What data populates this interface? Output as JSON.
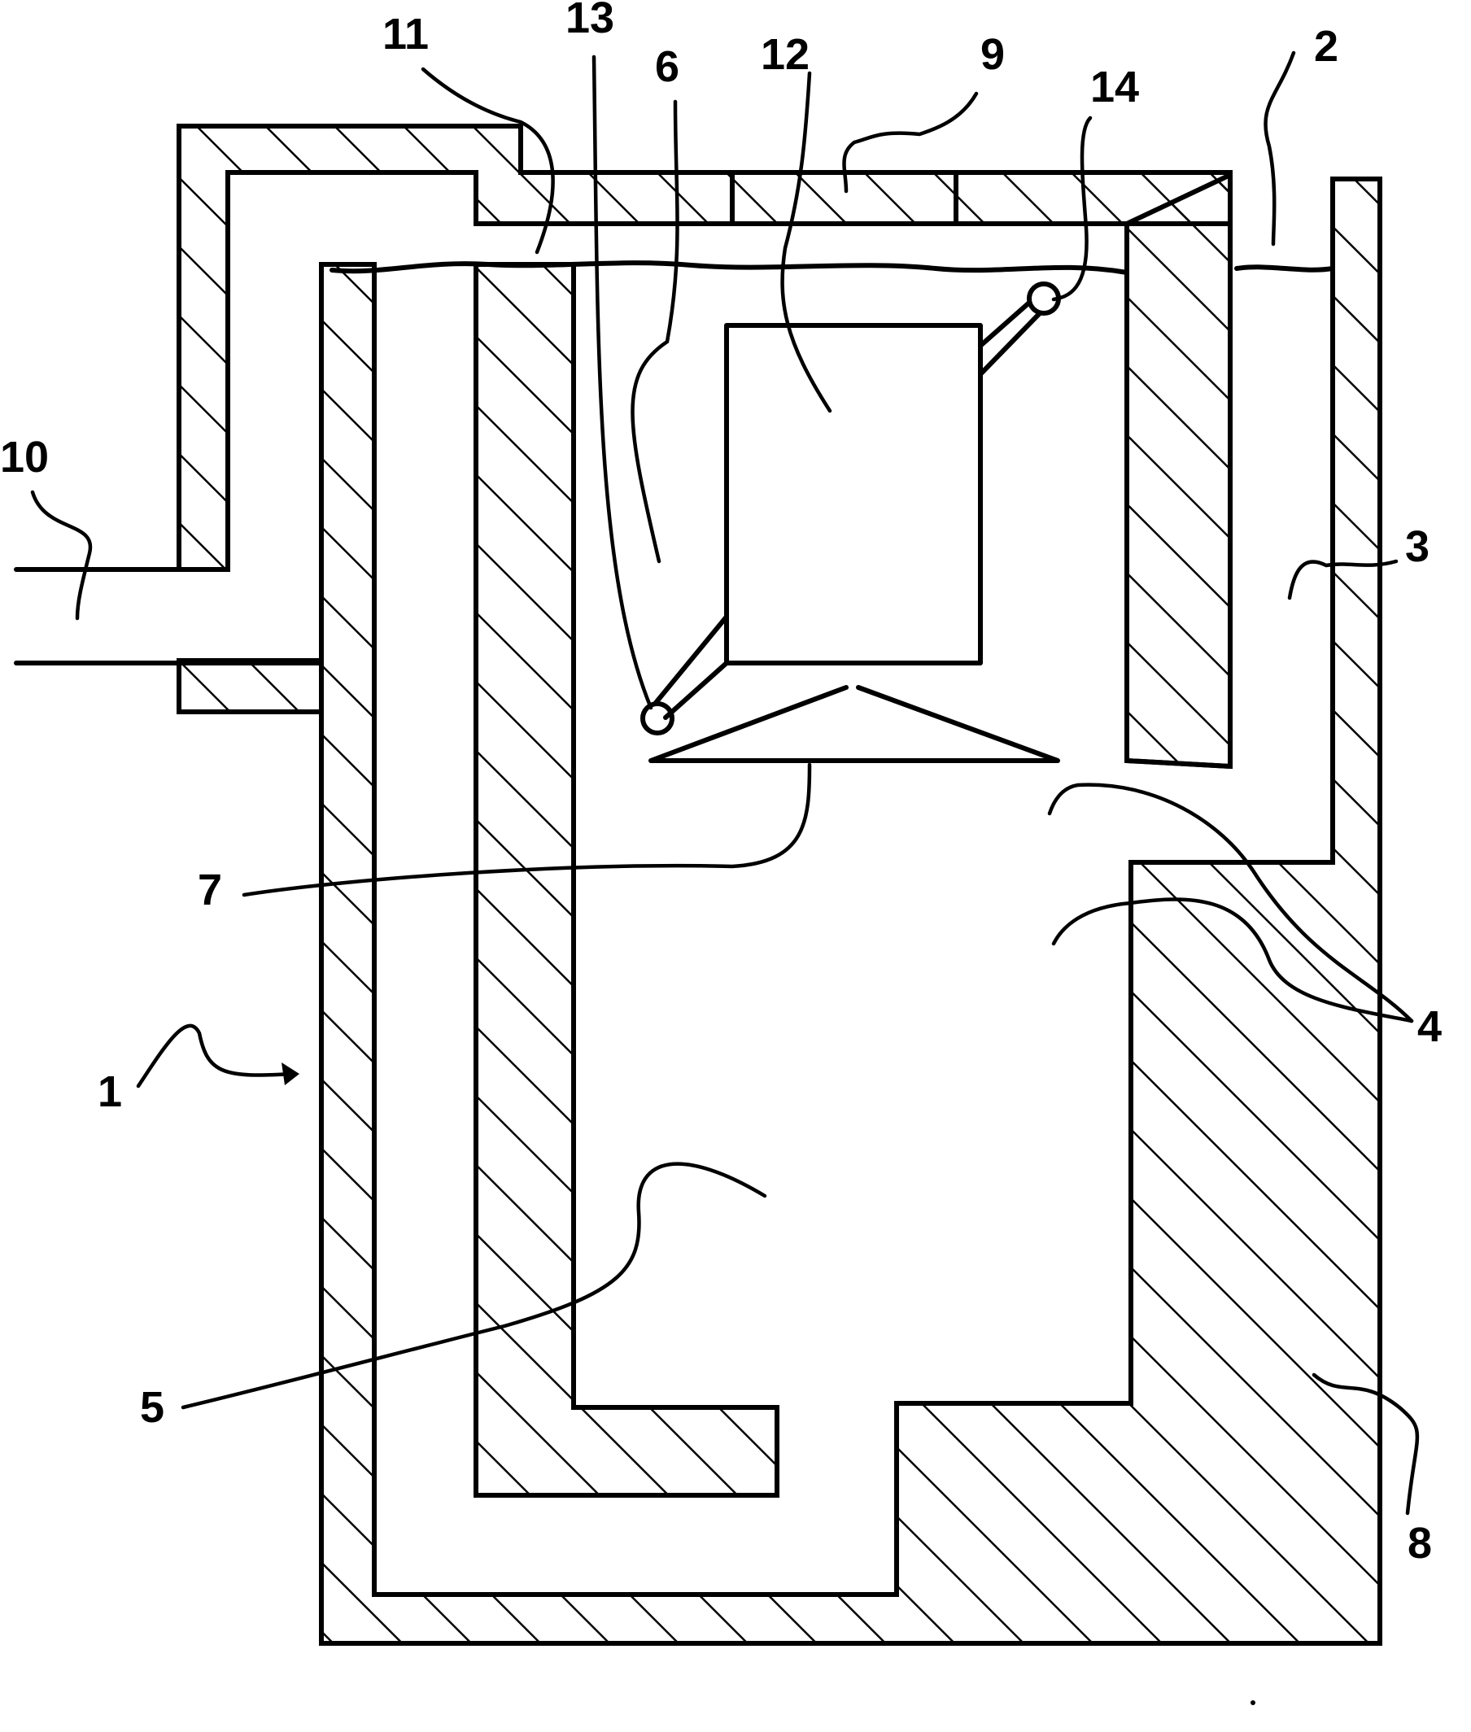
{
  "figure": {
    "labels": {
      "l1": "1",
      "l2": "2",
      "l3": "3",
      "l4": "4",
      "l5": "5",
      "l6": "6",
      "l7": "7",
      "l8": "8",
      "l9": "9",
      "l10": "10",
      "l11": "11",
      "l12": "12",
      "l13": "13",
      "l14": "14"
    }
  }
}
